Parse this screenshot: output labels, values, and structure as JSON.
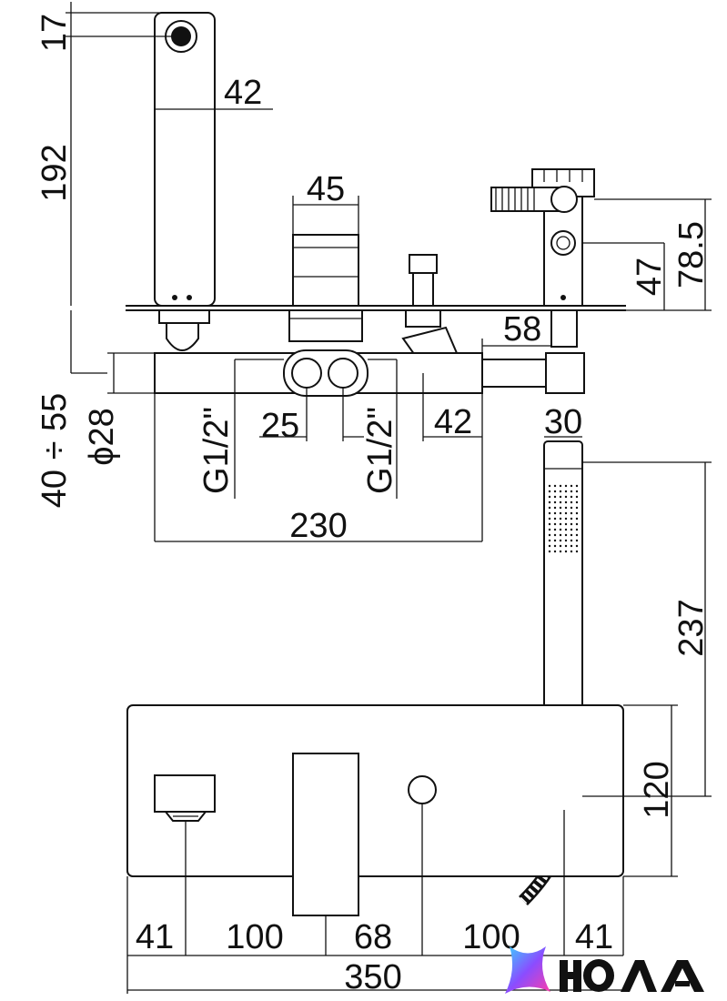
{
  "dimensions": {
    "d17": "17",
    "d42_spout": "42",
    "d192": "192",
    "d45": "45",
    "d78_5": "78.5",
    "d47": "47",
    "d58": "58",
    "d40_55": "40 ÷ 55",
    "d28": "ϕ28",
    "g_left": "G1/2\"",
    "d25": "25",
    "g_right": "G1/2\"",
    "d42_outlet": "42",
    "d30": "30",
    "d230": "230",
    "d237": "237",
    "d120": "120",
    "d41_left": "41",
    "d100_left": "100",
    "d68": "68",
    "d100_right": "100",
    "d41_right": "41",
    "d350": "350"
  },
  "logo": {
    "text": "ЮЛА",
    "colors": [
      "#3ad1ff",
      "#8a4dff",
      "#ff3da8"
    ]
  }
}
